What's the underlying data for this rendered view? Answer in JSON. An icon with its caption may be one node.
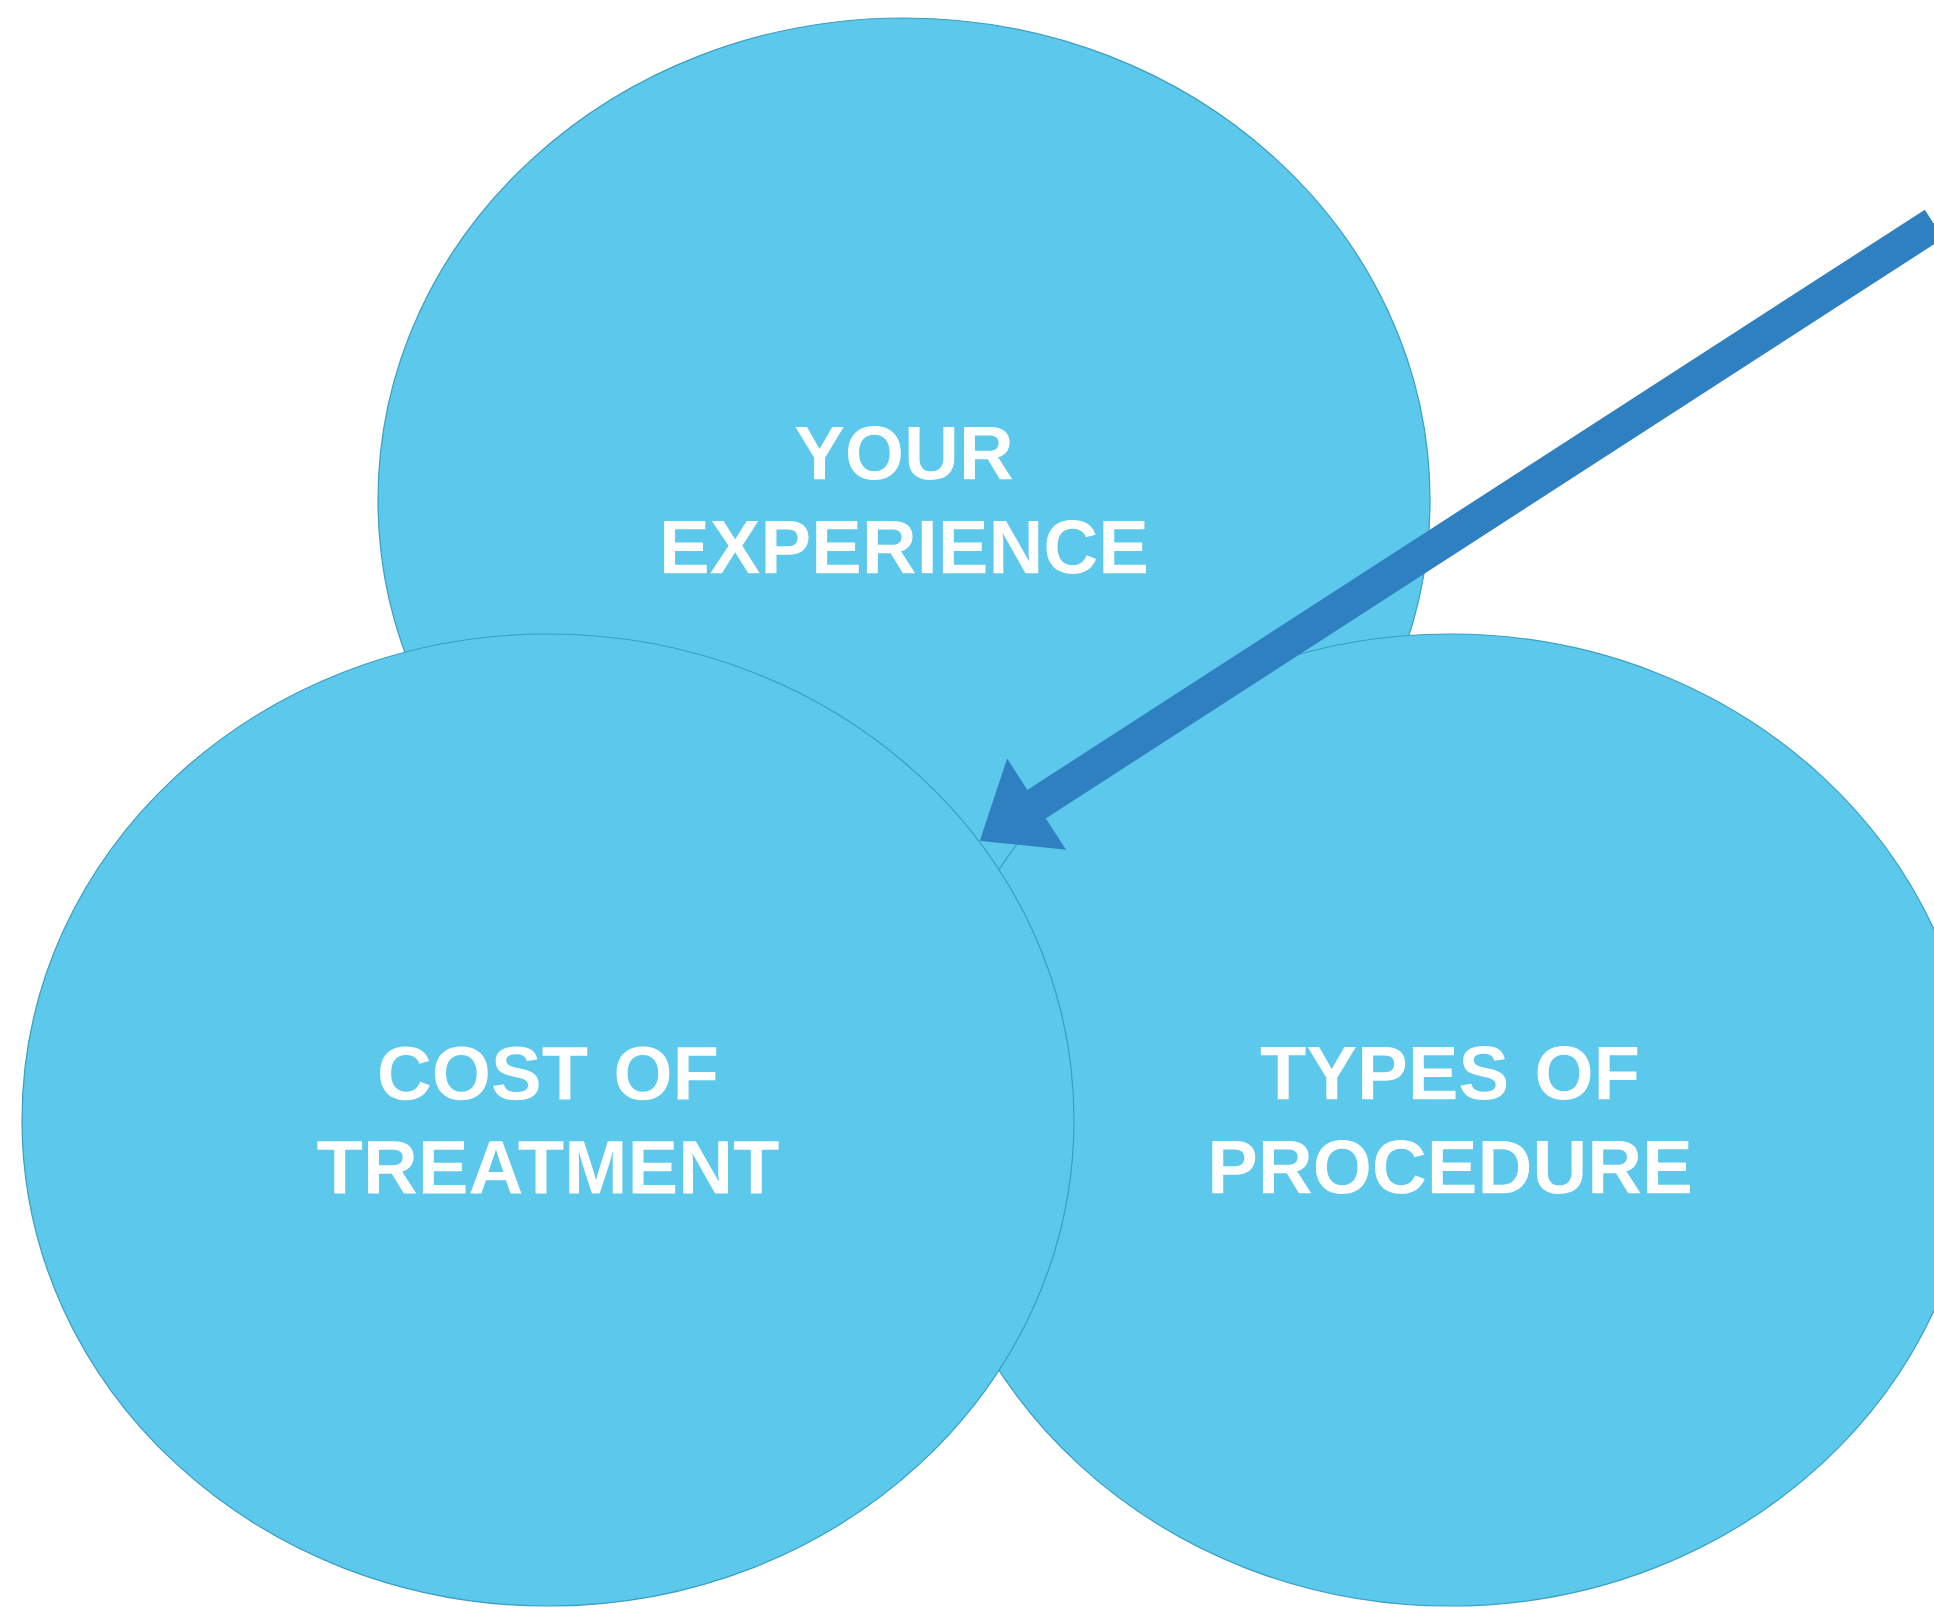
{
  "diagram": {
    "nodes": [
      {
        "text": [
          "YOUR EXPERIENCE"
        ]
      },
      {
        "text": [
          "COST OF TREATMENT"
        ]
      },
      {
        "text": [
          "TYPES OF PROCEDURE"
        ]
      }
    ],
    "edges": [
      {
        "from": null,
        "to": 1,
        "arrow": "to"
      }
    ]
  }
}
